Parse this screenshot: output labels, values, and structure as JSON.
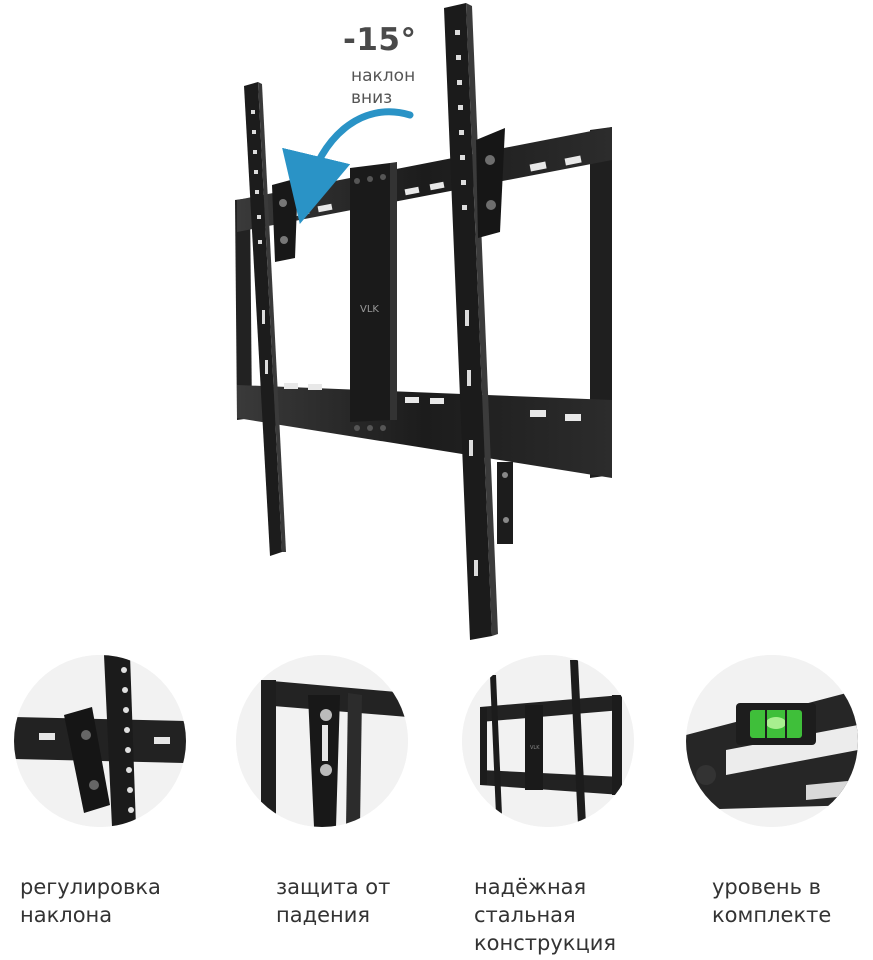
{
  "hero": {
    "tilt_angle": "-15°",
    "tilt_caption": "наклон вниз",
    "brand_mark": "VLK"
  },
  "features": [
    {
      "label": "регулировка наклона",
      "icon": "tilt-bracket-closeup"
    },
    {
      "label": "защита от падения",
      "icon": "safety-lock-closeup"
    },
    {
      "label": "надёжная стальная конструкция",
      "icon": "steel-frame-closeup"
    },
    {
      "label": "уровень в комплекте",
      "icon": "bubble-level-closeup"
    }
  ],
  "colors": {
    "metal": "#1e1e1e",
    "arrow": "#2a93c6",
    "level_bubble": "#3fbf3a",
    "circle_bg": "#f2f2f2"
  }
}
